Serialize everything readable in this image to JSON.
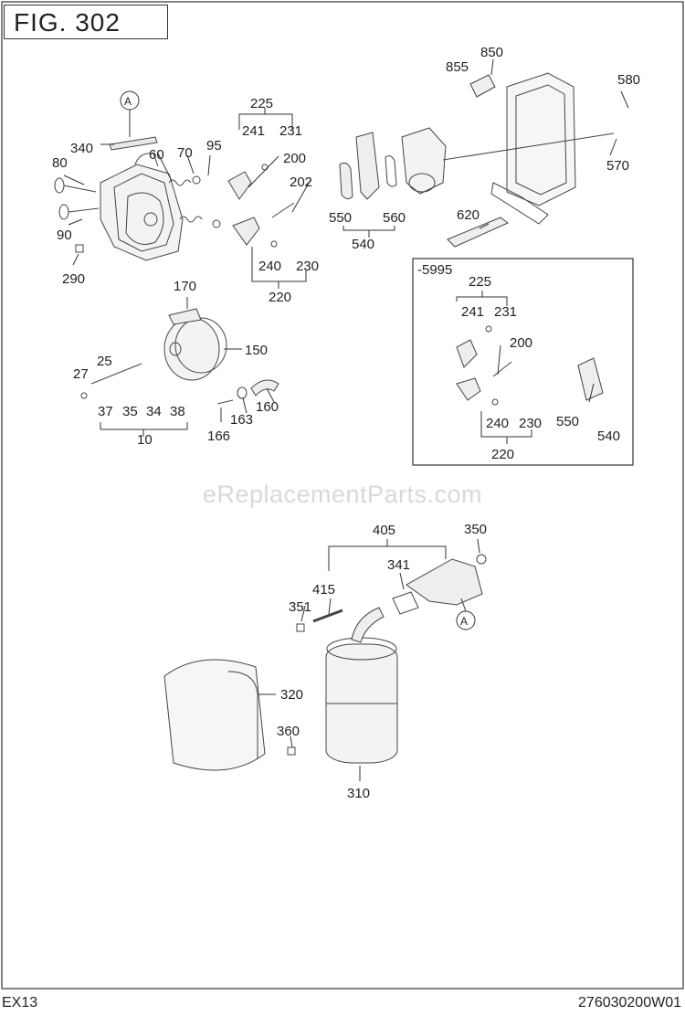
{
  "figure": {
    "title": "FIG.  302"
  },
  "footer": {
    "model": "EX13",
    "code": "276030200W01"
  },
  "watermark": "eReplacementParts.com",
  "callout_marker": "A",
  "inset": {
    "label": "-5995"
  },
  "parts": {
    "p340": "340",
    "p80": "80",
    "p90": "90",
    "p290": "290",
    "p60": "60",
    "p70": "70",
    "p95": "95",
    "p225": "225",
    "p241": "241",
    "p231": "231",
    "p200": "200",
    "p202": "202",
    "p240": "240",
    "p230": "230",
    "p220": "220",
    "p550": "550",
    "p560": "560",
    "p540": "540",
    "p855": "855",
    "p850": "850",
    "p580": "580",
    "p570": "570",
    "p620": "620",
    "p170": "170",
    "p150": "150",
    "p25": "25",
    "p27": "27",
    "p37": "37",
    "p35": "35",
    "p34": "34",
    "p38": "38",
    "p10": "10",
    "p166": "166",
    "p163": "163",
    "p160": "160",
    "i225": "225",
    "i241": "241",
    "i231": "231",
    "i200": "200",
    "i240": "240",
    "i230": "230",
    "i220": "220",
    "i550": "550",
    "i540": "540",
    "p405": "405",
    "p350": "350",
    "p341": "341",
    "p415": "415",
    "p351": "351",
    "p320": "320",
    "p360": "360",
    "p310": "310"
  }
}
